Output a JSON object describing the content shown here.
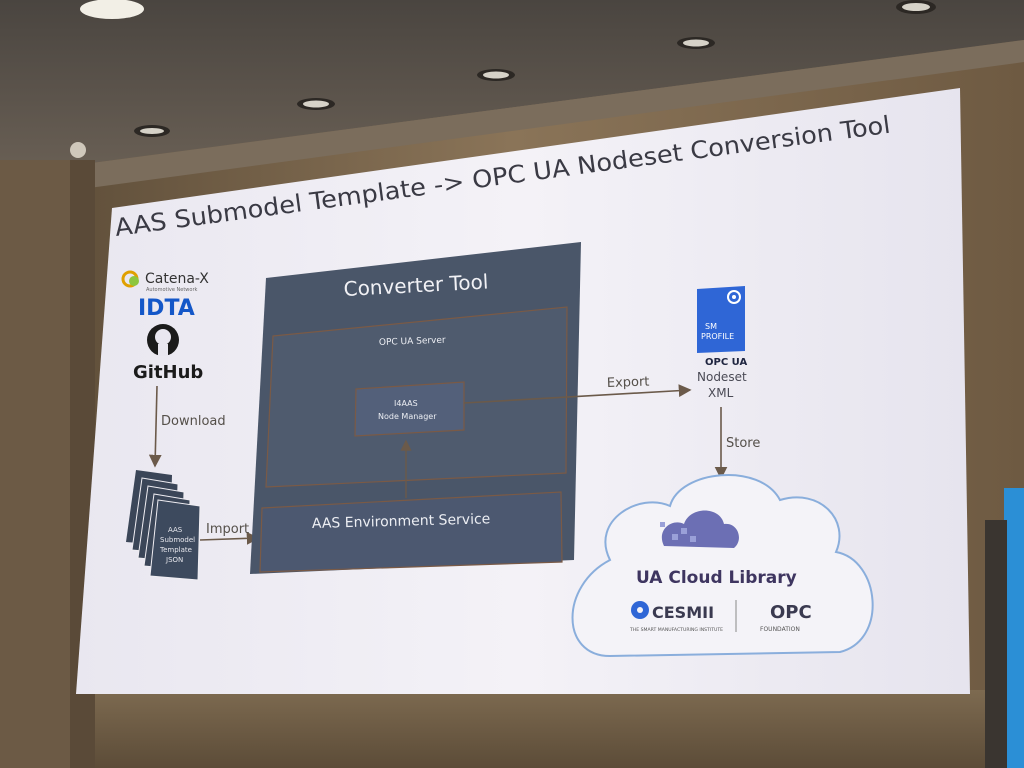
{
  "slide": {
    "title": "AAS Submodel Template -> OPC UA Nodeset Conversion Tool",
    "sources": {
      "catenax_label": "Catena-X",
      "catenax_sub": "Automotive Network",
      "idta_label": "IDTA",
      "github_label": "GitHub"
    },
    "arrows": {
      "download": "Download",
      "import": "Import",
      "export": "Export",
      "store": "Store"
    },
    "converter": {
      "title": "Converter Tool",
      "server_label": "OPC UA Server",
      "node_manager_line1": "I4AAS",
      "node_manager_line2": "Node Manager",
      "env_service": "AAS Environment Service"
    },
    "template_doc": {
      "line1": "AAS",
      "line2": "Submodel",
      "line3": "Template",
      "line4": "JSON"
    },
    "nodeset": {
      "badge_line1": "SM",
      "badge_line2": "PROFILE",
      "opcua": "OPC UA",
      "line1": "Nodeset",
      "line2": "XML"
    },
    "cloud": {
      "title": "UA Cloud Library",
      "cesmii": "CESMII",
      "cesmii_sub": "THE SMART MANUFACTURING INSTITUTE",
      "opc": "OPC",
      "opc_sub": "FOUNDATION"
    }
  }
}
